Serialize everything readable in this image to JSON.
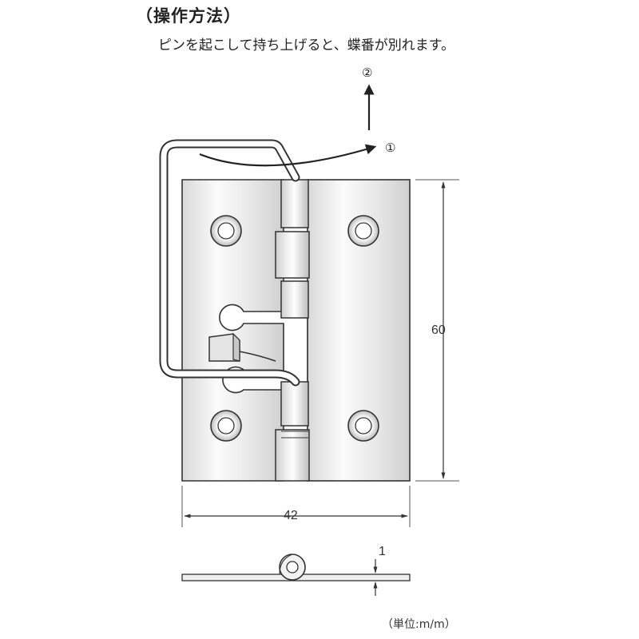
{
  "heading": "（操作方法）",
  "instruction": "ピンを起こして持ち上げると、蝶番が別れます。",
  "steps": {
    "step1": "①",
    "step2": "②"
  },
  "dimensions": {
    "height": "60",
    "width": "42",
    "thickness": "1"
  },
  "unit": "（単位:m/m）",
  "colors": {
    "line": "#333333",
    "plate_light": "#f7f7f7",
    "plate_shade": "#d4d4d4"
  }
}
